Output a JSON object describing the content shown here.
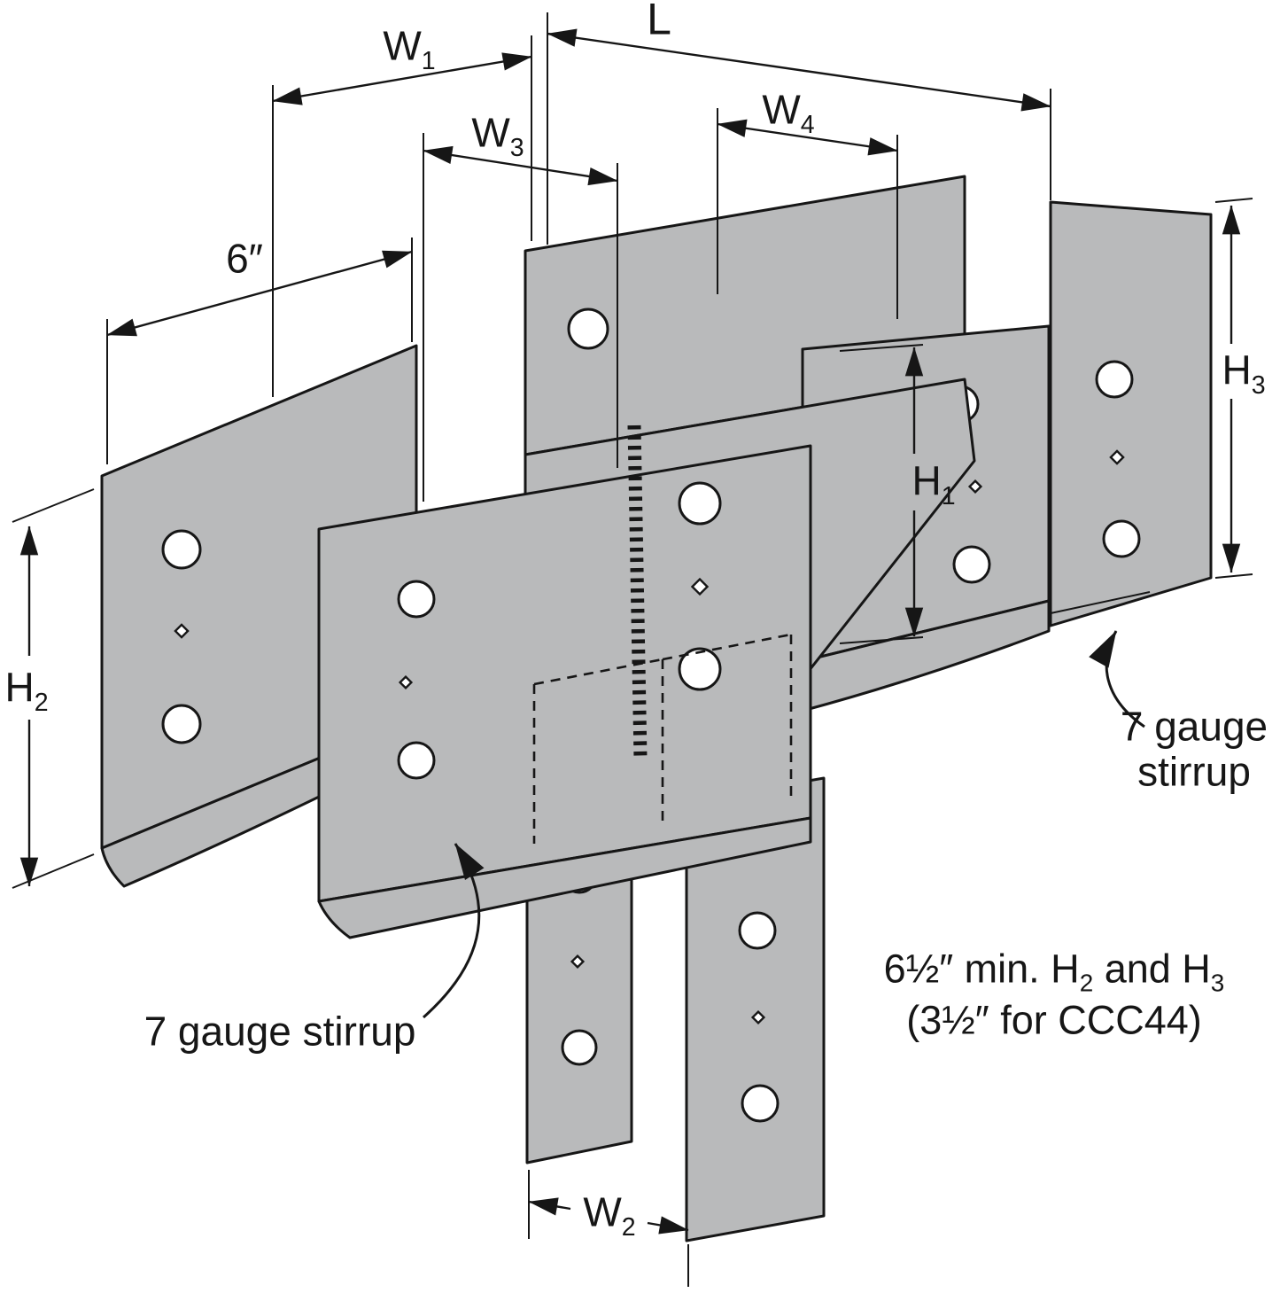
{
  "colors": {
    "steel": "#b9babb",
    "line": "#161616",
    "background": "#ffffff"
  },
  "dim_labels": {
    "w1": {
      "base": "W",
      "sub": "1"
    },
    "l": {
      "base": "L"
    },
    "w3": {
      "base": "W",
      "sub": "3"
    },
    "w4": {
      "base": "W",
      "sub": "4"
    },
    "six_inch": {
      "base": "6″"
    },
    "h1": {
      "base": "H",
      "sub": "1"
    },
    "h2": {
      "base": "H",
      "sub": "2"
    },
    "h3": {
      "base": "H",
      "sub": "3"
    },
    "w2": {
      "base": "W",
      "sub": "2"
    }
  },
  "annotations": {
    "right_stirrup_line1": "7 gauge",
    "right_stirrup_line2": "stirrup",
    "left_stirrup": "7 gauge stirrup",
    "note_line1_pre": "6½″ min. H",
    "note_line1_sub1": "2",
    "note_line1_mid": " and H",
    "note_line1_sub2": "3",
    "note_line2": "(3½″ for CCC44)"
  }
}
